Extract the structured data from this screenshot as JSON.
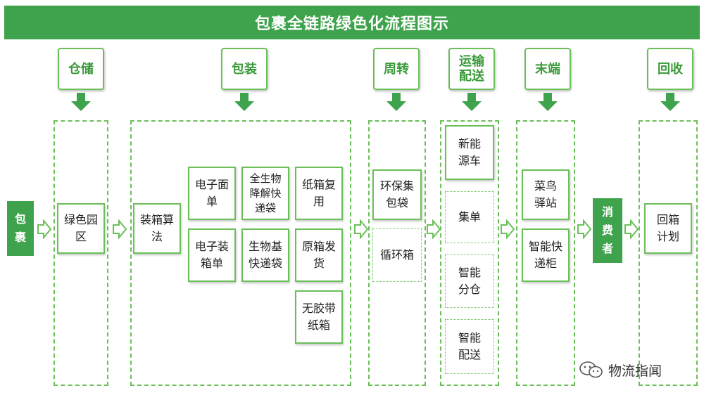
{
  "title": "包裹全链路绿色化流程图示",
  "start_label": "包\n裹",
  "consumer_label": "消\n费\n者",
  "stages": [
    {
      "key": "warehouse",
      "label": "仓储"
    },
    {
      "key": "packaging",
      "label": "包装"
    },
    {
      "key": "turnover",
      "label": "周转"
    },
    {
      "key": "transport",
      "label": "运输\n配送"
    },
    {
      "key": "terminal",
      "label": "末端"
    },
    {
      "key": "recycle",
      "label": "回收"
    }
  ],
  "warehouse": {
    "items": [
      "绿色园\n区"
    ]
  },
  "packaging": {
    "algorithm": "装箱算\n法",
    "items": [
      "电子面\n单",
      "全生物\n降解快\n递袋",
      "纸箱复\n用",
      "电子装\n箱单",
      "生物基\n快递袋",
      "原箱发\n货",
      "无胶带\n纸箱"
    ]
  },
  "turnover": {
    "items": [
      "环保集\n包袋",
      "循环箱"
    ]
  },
  "transport": {
    "items": [
      "新能\n源车",
      "集单",
      "智能\n分仓",
      "智能\n配送"
    ]
  },
  "terminal": {
    "items": [
      "菜鸟\n驿站",
      "智能快\n递柜"
    ]
  },
  "recycle": {
    "items": [
      "回箱\n计划"
    ]
  },
  "watermark": "物流指闻",
  "colors": {
    "brand_green": "#3fa34d",
    "line_green": "#6bbf59"
  }
}
